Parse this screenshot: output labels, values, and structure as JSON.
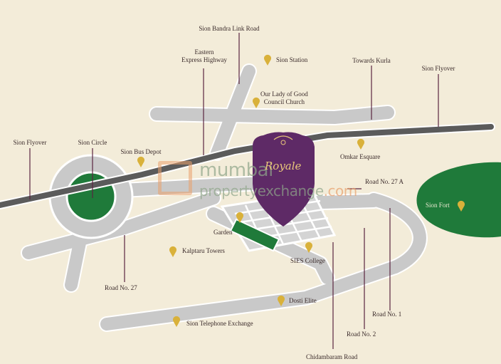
{
  "map": {
    "labels": {
      "sion_bandra_link_road": "Sion Bandra Link Road",
      "eastern_express_highway": "Eastern\nExpress Highway",
      "sion_station": "Sion Station",
      "towards_kurla": "Towards Kurla",
      "sion_flyover_right": "Sion Flyover",
      "our_lady_church": "Our Lady of Good\nCouncil Church",
      "sion_flyover_left": "Sion Flyover",
      "sion_circle": "Sion Circle",
      "sion_bus_depot": "Sion Bus Depot",
      "omkar_esquare": "Omkar Esquare",
      "road_no_27a": "Road No. 27 A",
      "sion_fort": "Sion Fort",
      "garden": "Garden",
      "kalptaru_towers": "Kalptaru Towers",
      "sies_college": "SIES College",
      "road_no_27": "Road No. 27",
      "dosti_elite": "Dosti Elite",
      "road_no_1": "Road No. 1",
      "road_no_2": "Road No. 2",
      "sion_telephone_exchange": "Sion Telephone Exchange",
      "chidambaram_road": "Chidambaram Road"
    },
    "project_logo_text": "Royale",
    "watermark": {
      "line1": "mumbai",
      "line2_main": "propertyexchange",
      "line2_suffix": ".com"
    },
    "colors": {
      "background": "#f3ecd9",
      "road": "#c9c9c9",
      "road_edge": "#ffffff",
      "flyover": "#5b5b5b",
      "green": "#1f7a3a",
      "pin": "#d9b13a",
      "project_pin": "#5e2a66",
      "leader_line": "#5a2540"
    }
  }
}
